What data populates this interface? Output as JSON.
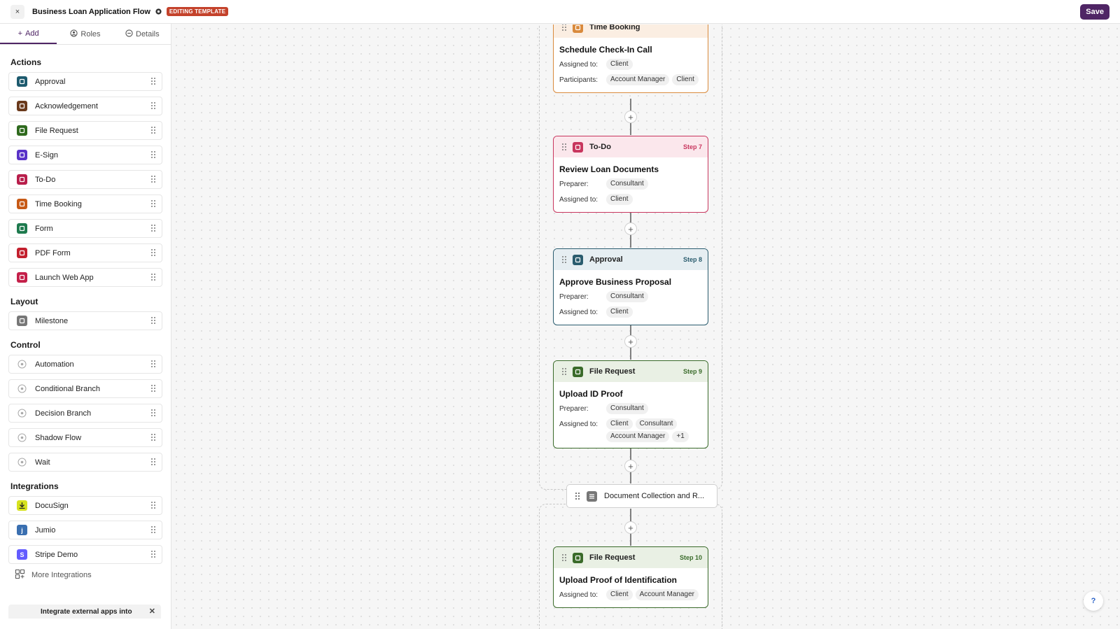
{
  "header": {
    "title": "Business Loan Application Flow",
    "badge": "EDITING TEMPLATE",
    "save_label": "Save",
    "close_icon": "×"
  },
  "sidebar": {
    "tabs": [
      {
        "label": "Add",
        "icon": "+"
      },
      {
        "label": "Roles",
        "icon": "user-circle-icon"
      },
      {
        "label": "Details",
        "icon": "dots-circle-icon"
      }
    ],
    "sections": {
      "actions": {
        "title": "Actions",
        "items": [
          {
            "label": "Approval",
            "icon": "approval-icon",
            "color": "#1d5a6e"
          },
          {
            "label": "Acknowledgement",
            "icon": "acknowledgement-icon",
            "color": "#6b3a1c"
          },
          {
            "label": "File Request",
            "icon": "file-request-icon",
            "color": "#2f6a1e"
          },
          {
            "label": "E-Sign",
            "icon": "esign-icon",
            "color": "#5a33c8"
          },
          {
            "label": "To-Do",
            "icon": "todo-icon",
            "color": "#b81e4b"
          },
          {
            "label": "Time Booking",
            "icon": "time-booking-icon",
            "color": "#c75a16"
          },
          {
            "label": "Form",
            "icon": "form-icon",
            "color": "#1e7a4e"
          },
          {
            "label": "PDF Form",
            "icon": "pdf-form-icon",
            "color": "#c3202e"
          },
          {
            "label": "Launch Web App",
            "icon": "launch-web-app-icon",
            "color": "#c4204a"
          }
        ]
      },
      "layout": {
        "title": "Layout",
        "items": [
          {
            "label": "Milestone",
            "icon": "milestone-icon",
            "color": "#777777"
          }
        ]
      },
      "control": {
        "title": "Control",
        "items": [
          {
            "label": "Automation",
            "icon": "automation-icon",
            "color": "#9a9a9a"
          },
          {
            "label": "Conditional Branch",
            "icon": "conditional-branch-icon",
            "color": "#9a9a9a"
          },
          {
            "label": "Decision Branch",
            "icon": "decision-branch-icon",
            "color": "#9a9a9a"
          },
          {
            "label": "Shadow Flow",
            "icon": "shadow-flow-icon",
            "color": "#9a9a9a"
          },
          {
            "label": "Wait",
            "icon": "wait-icon",
            "color": "#9a9a9a"
          }
        ]
      },
      "integrations": {
        "title": "Integrations",
        "items": [
          {
            "label": "DocuSign",
            "icon": "docusign-icon",
            "color": "#d6e21f"
          },
          {
            "label": "Jumio",
            "icon": "jumio-icon",
            "color": "#3a6fb0"
          },
          {
            "label": "Stripe Demo",
            "icon": "stripe-icon",
            "color": "#635bff"
          }
        ],
        "more_label": "More Integrations"
      }
    },
    "promo_text": "Integrate external apps into"
  },
  "canvas": {
    "cards": [
      {
        "type": "Time Booking",
        "step": "",
        "title": "Schedule Check-In Call",
        "color": "#d98a3c",
        "head_bg": "#fbeee2",
        "rows": [
          {
            "label": "Assigned to:",
            "chips": [
              "Client"
            ]
          },
          {
            "label": "Participants:",
            "chips": [
              "Account Manager",
              "Client"
            ]
          }
        ]
      },
      {
        "type": "To-Do",
        "step": "Step 7",
        "title": "Review Loan Documents",
        "color": "#c8365e",
        "head_bg": "#fbe7ec",
        "rows": [
          {
            "label": "Preparer:",
            "chips": [
              "Consultant"
            ]
          },
          {
            "label": "Assigned to:",
            "chips": [
              "Client"
            ]
          }
        ]
      },
      {
        "type": "Approval",
        "step": "Step 8",
        "title": "Approve Business Proposal",
        "color": "#2a5c6e",
        "head_bg": "#e6eef2",
        "rows": [
          {
            "label": "Preparer:",
            "chips": [
              "Consultant"
            ]
          },
          {
            "label": "Assigned to:",
            "chips": [
              "Client"
            ]
          }
        ]
      },
      {
        "type": "File Request",
        "step": "Step 9",
        "title": "Upload ID Proof",
        "color": "#3a6b2a",
        "head_bg": "#e9f0e4",
        "rows": [
          {
            "label": "Preparer:",
            "chips": [
              "Consultant"
            ]
          },
          {
            "label": "Assigned to:",
            "chips": [
              "Client",
              "Consultant",
              "Account Manager",
              "+1"
            ]
          }
        ]
      },
      {
        "type": "File Request",
        "step": "Step 10",
        "title": "Upload Proof of Identification",
        "color": "#3a6b2a",
        "head_bg": "#e9f0e4",
        "rows": [
          {
            "label": "Assigned to:",
            "chips": [
              "Client",
              "Account Manager"
            ]
          }
        ]
      }
    ],
    "milestone_label": "Document Collection and R...",
    "plus_label": "+",
    "help_label": "?"
  }
}
